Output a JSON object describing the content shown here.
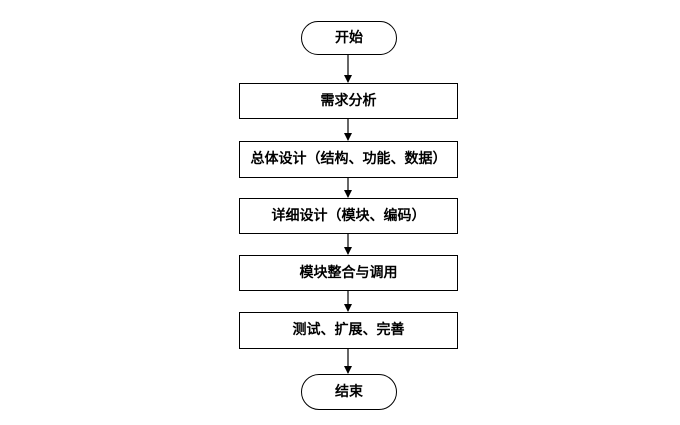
{
  "diagram": {
    "nodes": [
      {
        "id": "start",
        "kind": "terminal",
        "label": "开始"
      },
      {
        "id": "requirements",
        "kind": "process",
        "label": "需求分析"
      },
      {
        "id": "overall-design",
        "kind": "process",
        "label": "总体设计（结构、功能、数据）"
      },
      {
        "id": "detailed-design",
        "kind": "process",
        "label": "详细设计（模块、编码）"
      },
      {
        "id": "integration",
        "kind": "process",
        "label": "模块整合与调用"
      },
      {
        "id": "testing",
        "kind": "process",
        "label": "测试、扩展、完善"
      },
      {
        "id": "end",
        "kind": "terminal",
        "label": "结束"
      }
    ],
    "edges": [
      {
        "from": "start",
        "to": "requirements"
      },
      {
        "from": "requirements",
        "to": "overall-design"
      },
      {
        "from": "overall-design",
        "to": "detailed-design"
      },
      {
        "from": "detailed-design",
        "to": "integration"
      },
      {
        "from": "integration",
        "to": "testing"
      },
      {
        "from": "testing",
        "to": "end"
      }
    ]
  }
}
